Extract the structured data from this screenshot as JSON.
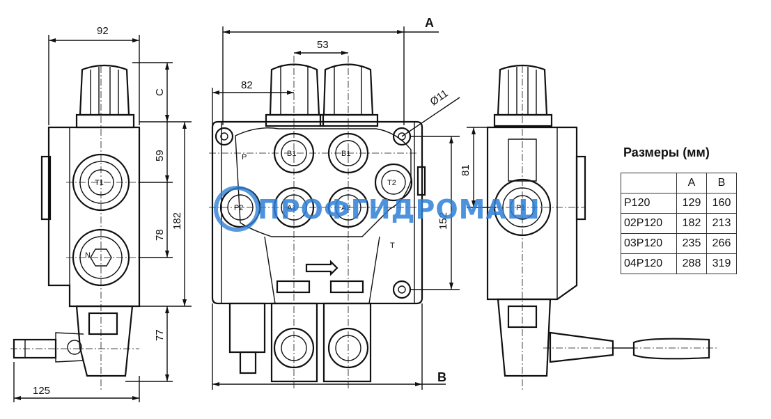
{
  "watermark": "ПРОФГИДРОМАШ",
  "dimensions": {
    "d92": "92",
    "d125": "125",
    "dC": "C",
    "d59": "59",
    "d78": "78",
    "d182": "182",
    "d77": "77",
    "d53": "53",
    "d82": "82",
    "d11": "Ø11",
    "d152": "152",
    "d81": "81",
    "dA": "A",
    "dB": "B"
  },
  "ports": {
    "T1": "T1",
    "N": "N",
    "P": "P",
    "B1a": "B1",
    "B1b": "B1",
    "A1": "A1",
    "A2": "A2",
    "P2": "P2",
    "T2": "T2",
    "T": "T",
    "P1": "P1"
  },
  "size_table": {
    "title": "Размеры (мм)",
    "headers": [
      "",
      "A",
      "B"
    ],
    "rows": [
      [
        "P120",
        "129",
        "160"
      ],
      [
        "02P120",
        "182",
        "213"
      ],
      [
        "03P120",
        "235",
        "266"
      ],
      [
        "04P120",
        "288",
        "319"
      ]
    ]
  }
}
